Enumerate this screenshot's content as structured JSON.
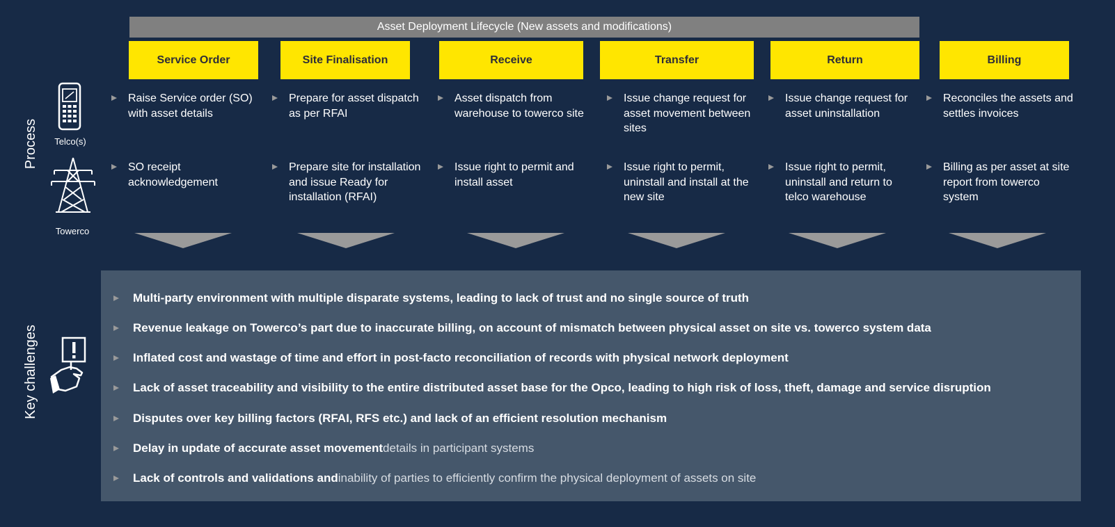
{
  "banner": "Asset Deployment Lifecycle (New assets and modifications)",
  "side_labels": {
    "process": "Process",
    "challenges": "Key challenges"
  },
  "icons": {
    "telco_label": "Telco(s)",
    "towerco_label": "Towerco",
    "telco_icon": "mobile-phone-icon",
    "towerco_icon": "transmission-tower-icon",
    "challenge_icon": "hand-warning-icon"
  },
  "colors": {
    "background": "#172a46",
    "stage_header": "#ffe600",
    "banner": "#808080",
    "challenge_box": "#45576b"
  },
  "stages": [
    {
      "title": "Service Order",
      "telco": "Raise Service order (SO) with asset details",
      "towerco": "SO receipt acknowledgement"
    },
    {
      "title": "Site Finalisation",
      "telco": "Prepare for asset dispatch as per RFAI",
      "towerco": "Prepare site for installation and issue Ready for installation (RFAI)"
    },
    {
      "title": "Receive",
      "telco": "Asset dispatch from warehouse to towerco site",
      "towerco": "Issue right to permit and install asset"
    },
    {
      "title": "Transfer",
      "telco": "Issue change request for asset movement between sites",
      "towerco": "Issue right to permit, uninstall and install at the new site"
    },
    {
      "title": "Return",
      "telco": "Issue change request for asset uninstallation",
      "towerco": "Issue right to permit, uninstall and return to telco warehouse"
    },
    {
      "title": "Billing",
      "telco": "Reconciles the assets and settles invoices",
      "towerco": "Billing as per asset at site report from towerco system"
    }
  ],
  "challenges": [
    {
      "bold": "Multi-party environment with multiple disparate systems, leading to lack of trust and no single source of truth",
      "light": ""
    },
    {
      "bold": "Revenue leakage on Towerco’s part due to inaccurate billing, on account of mismatch between physical asset on site vs. towerco system data",
      "light": ""
    },
    {
      "bold": "Inflated cost and wastage of time and effort in post-facto reconciliation of records with physical network deployment",
      "light": ""
    },
    {
      "bold": "Lack of asset traceability and visibility to the entire distributed asset base for the Opco, leading to high risk of loss, theft, damage and service disruption",
      "light": ""
    },
    {
      "bold": "Disputes over key billing factors (RFAI, RFS etc.) and lack of an efficient resolution mechanism",
      "light": ""
    },
    {
      "bold": "Delay in update of accurate asset movement",
      "light": " details in participant systems"
    },
    {
      "bold": "Lack of controls and validations and",
      "light": " inability of parties to efficiently confirm the physical deployment of assets on site"
    }
  ]
}
